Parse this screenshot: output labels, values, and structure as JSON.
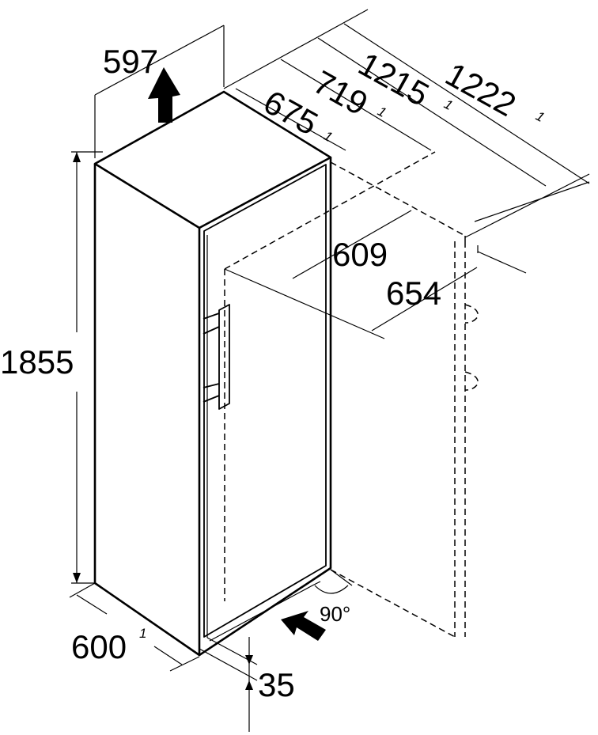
{
  "dimensions": {
    "width_top": "597",
    "depth_closed": "675",
    "depth_handle": "719",
    "depth_open": "1215",
    "depth_open_handle": "1222",
    "door_inner": "609",
    "door_open_width": "654",
    "height": "1855",
    "width_bottom": "600",
    "gap": "35",
    "angle": "90°"
  },
  "footnote_mark": "1"
}
